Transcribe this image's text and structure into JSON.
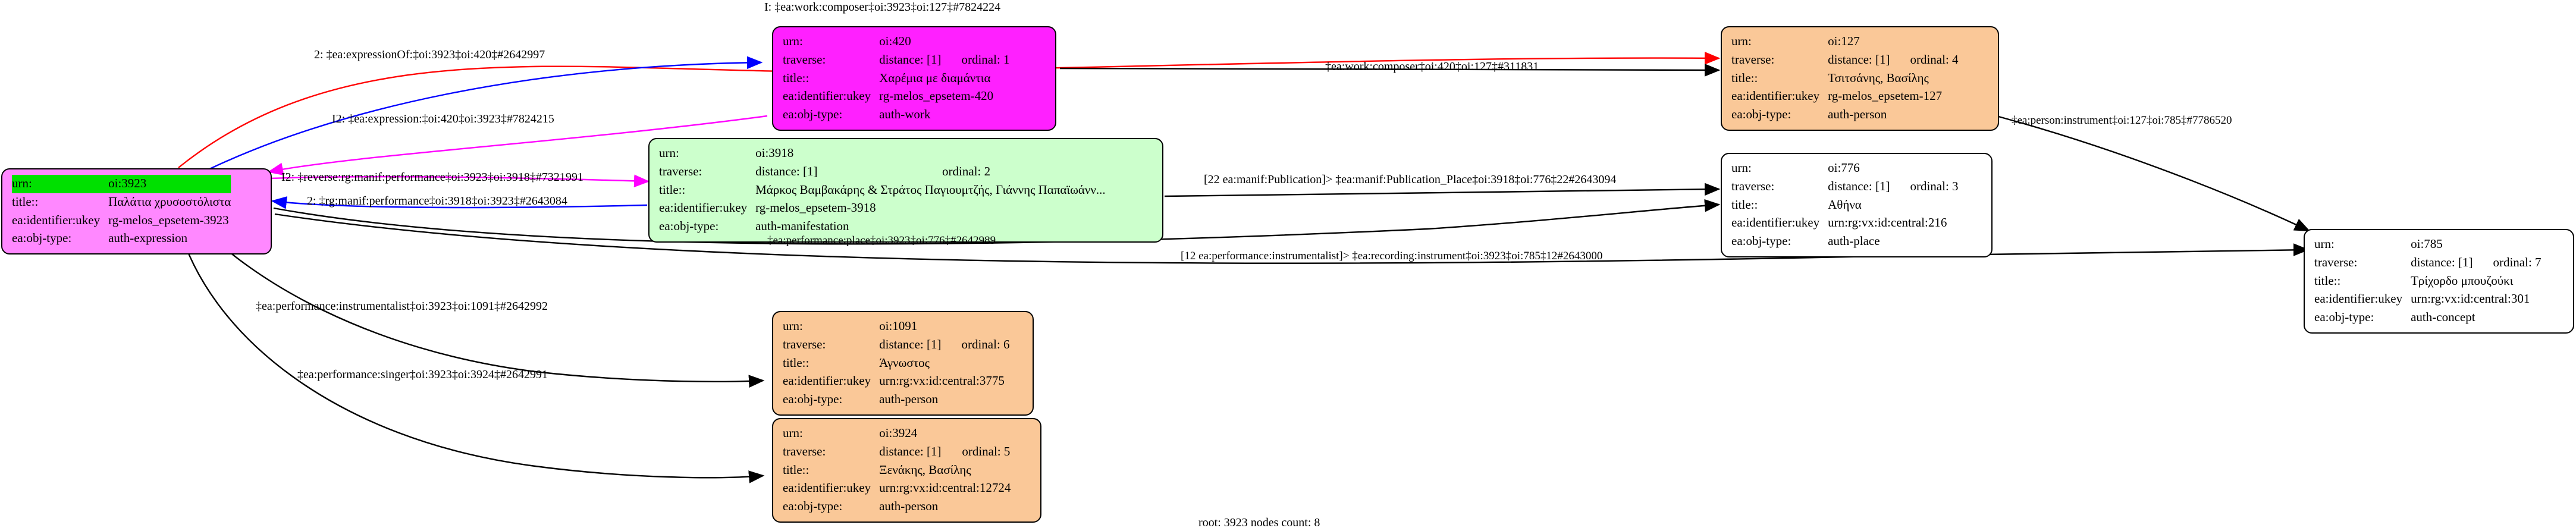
{
  "graph": {
    "footer": "root: 3923 nodes count: 8",
    "field_labels": {
      "urn": "urn:",
      "traverse": "traverse:",
      "title": "title::",
      "ukey": "ea:identifier:ukey",
      "objtype": "ea:obj-type:"
    }
  },
  "nodes": [
    {
      "id": "oi3923",
      "color": "#ff88ff",
      "urn": "oi:3923",
      "traverse_distance": "",
      "traverse_ordinal": "",
      "title": "Παλάτια χρυσοστόλιστα",
      "ukey": "rg-melos_epsetem-3923",
      "objtype": "auth-expression",
      "highlight_urn": true
    },
    {
      "id": "oi420",
      "color": "#ff20ff",
      "urn": "oi:420",
      "traverse_distance": "distance: [1]",
      "traverse_ordinal": "ordinal: 1",
      "title": "Χαρέμια με διαμάντια",
      "ukey": "rg-melos_epsetem-420",
      "objtype": "auth-work",
      "highlight_urn": false
    },
    {
      "id": "oi127",
      "color": "#fac898",
      "urn": "oi:127",
      "traverse_distance": "distance: [1]",
      "traverse_ordinal": "ordinal: 4",
      "title": "Τσιτσάνης, Βασίλης",
      "ukey": "rg-melos_epsetem-127",
      "objtype": "auth-person",
      "highlight_urn": false
    },
    {
      "id": "oi3918",
      "color": "#ccffcc",
      "urn": "oi:3918",
      "traverse_distance": "distance: [1]",
      "traverse_ordinal": "ordinal: 2",
      "title": "Μάρκος Βαμβακάρης & Στράτος Παγιουμτζής, Γιάννης Παπαϊωάνν...",
      "ukey": "rg-melos_epsetem-3918",
      "objtype": "auth-manifestation",
      "highlight_urn": false
    },
    {
      "id": "oi776",
      "color": "#ffffff",
      "urn": "oi:776",
      "traverse_distance": "distance: [1]",
      "traverse_ordinal": "ordinal: 3",
      "title": "Αθήνα",
      "ukey": "urn:rg:vx:id:central:216",
      "objtype": "auth-place",
      "highlight_urn": false
    },
    {
      "id": "oi785",
      "color": "#ffffff",
      "urn": "oi:785",
      "traverse_distance": "distance: [1]",
      "traverse_ordinal": "ordinal: 7",
      "title": "Τρίχορδο μπουζούκι",
      "ukey": "urn:rg:vx:id:central:301",
      "objtype": "auth-concept",
      "highlight_urn": false
    },
    {
      "id": "oi1091",
      "color": "#fac898",
      "urn": "oi:1091",
      "traverse_distance": "distance: [1]",
      "traverse_ordinal": "ordinal: 6",
      "title": "Άγνωστος",
      "ukey": "urn:rg:vx:id:central:3775",
      "objtype": "auth-person",
      "highlight_urn": false
    },
    {
      "id": "oi3924",
      "color": "#fac898",
      "urn": "oi:3924",
      "traverse_distance": "distance: [1]",
      "traverse_ordinal": "ordinal: 5",
      "title": "Ξενάκης, Βασίλης",
      "ukey": "urn:rg:vx:id:central:12724",
      "objtype": "auth-person",
      "highlight_urn": false
    }
  ],
  "edges": [
    {
      "id": "e1",
      "label": "I: ‡ea:work:composer‡oi:3923‡oi:127‡#7824224",
      "color": "#ff0000"
    },
    {
      "id": "e2",
      "label": "2: ‡ea:expressionOf:‡oi:3923‡oi:420‡#2642997",
      "color": "#0000ff"
    },
    {
      "id": "e3",
      "label": "I2: ‡ea:expression:‡oi:420‡oi:3923‡#7824215",
      "color": "#ff00ff"
    },
    {
      "id": "e4",
      "label": "I2: ‡reverse:rg:manif:performance‡oi:3923‡oi:3918‡#7321991",
      "color": "#ff00ff"
    },
    {
      "id": "e5",
      "label": "2: ‡rg:manif:performance‡oi:3918‡oi:3923‡#2643084",
      "color": "#0000ff"
    },
    {
      "id": "e6",
      "label": "‡ea:work:composer‡oi:420‡oi:127‡#311831",
      "color": "#000000"
    },
    {
      "id": "e7",
      "label": "[22 ea:manif:Publication]> ‡ea:manif:Publication_Place‡oi:3918‡oi:776‡22#2643094",
      "color": "#000000"
    },
    {
      "id": "e8",
      "label": "‡ea:performance:place‡oi:3923‡oi:776‡#2642989",
      "color": "#000000"
    },
    {
      "id": "e9",
      "label": "[12 ea:performance:instrumentalist]> ‡ea:recording:instrument‡oi:3923‡oi:785‡12#2643000",
      "color": "#000000"
    },
    {
      "id": "e10",
      "label": "‡ea:person:instrument‡oi:127‡oi:785‡#7786520",
      "color": "#000000"
    },
    {
      "id": "e11",
      "label": "‡ea:performance:instrumentalist‡oi:3923‡oi:1091‡#2642992",
      "color": "#000000"
    },
    {
      "id": "e12",
      "label": "‡ea:performance:singer‡oi:3923‡oi:3924‡#2642991",
      "color": "#000000"
    }
  ]
}
